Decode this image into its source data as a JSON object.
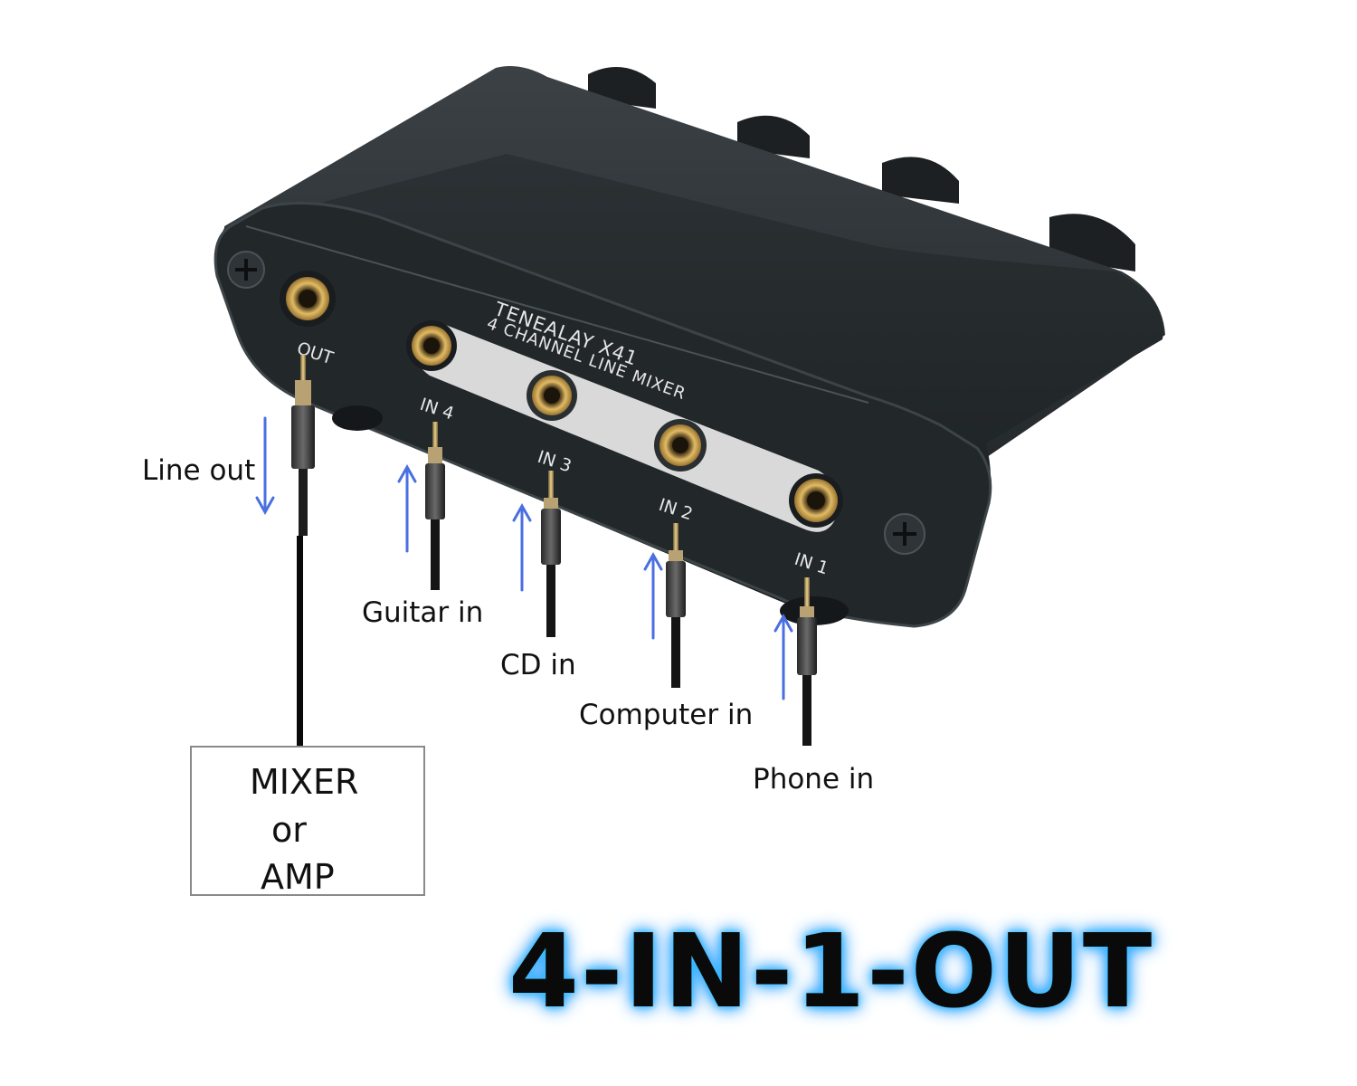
{
  "device": {
    "brand_model": "TENEALAY X41",
    "subtitle": "4 CHANNEL LINE MIXER",
    "out_label": "OUT",
    "port_labels": [
      "IN 4",
      "IN 3",
      "IN 2",
      "IN 1"
    ]
  },
  "connections": {
    "line_out": "Line out",
    "guitar": "Guitar in",
    "cd": "CD in",
    "computer": "Computer in",
    "phone": "Phone in"
  },
  "destination": {
    "line1": "MIXER",
    "line2": "or",
    "line3": "AMP"
  },
  "headline": "4-IN-1-OUT",
  "colors": {
    "arrow": "#4a6fe0",
    "body": "#24292c",
    "glow": "#2fb0ff",
    "gold": "#c9a24a",
    "plate": "#d9d9d9"
  }
}
